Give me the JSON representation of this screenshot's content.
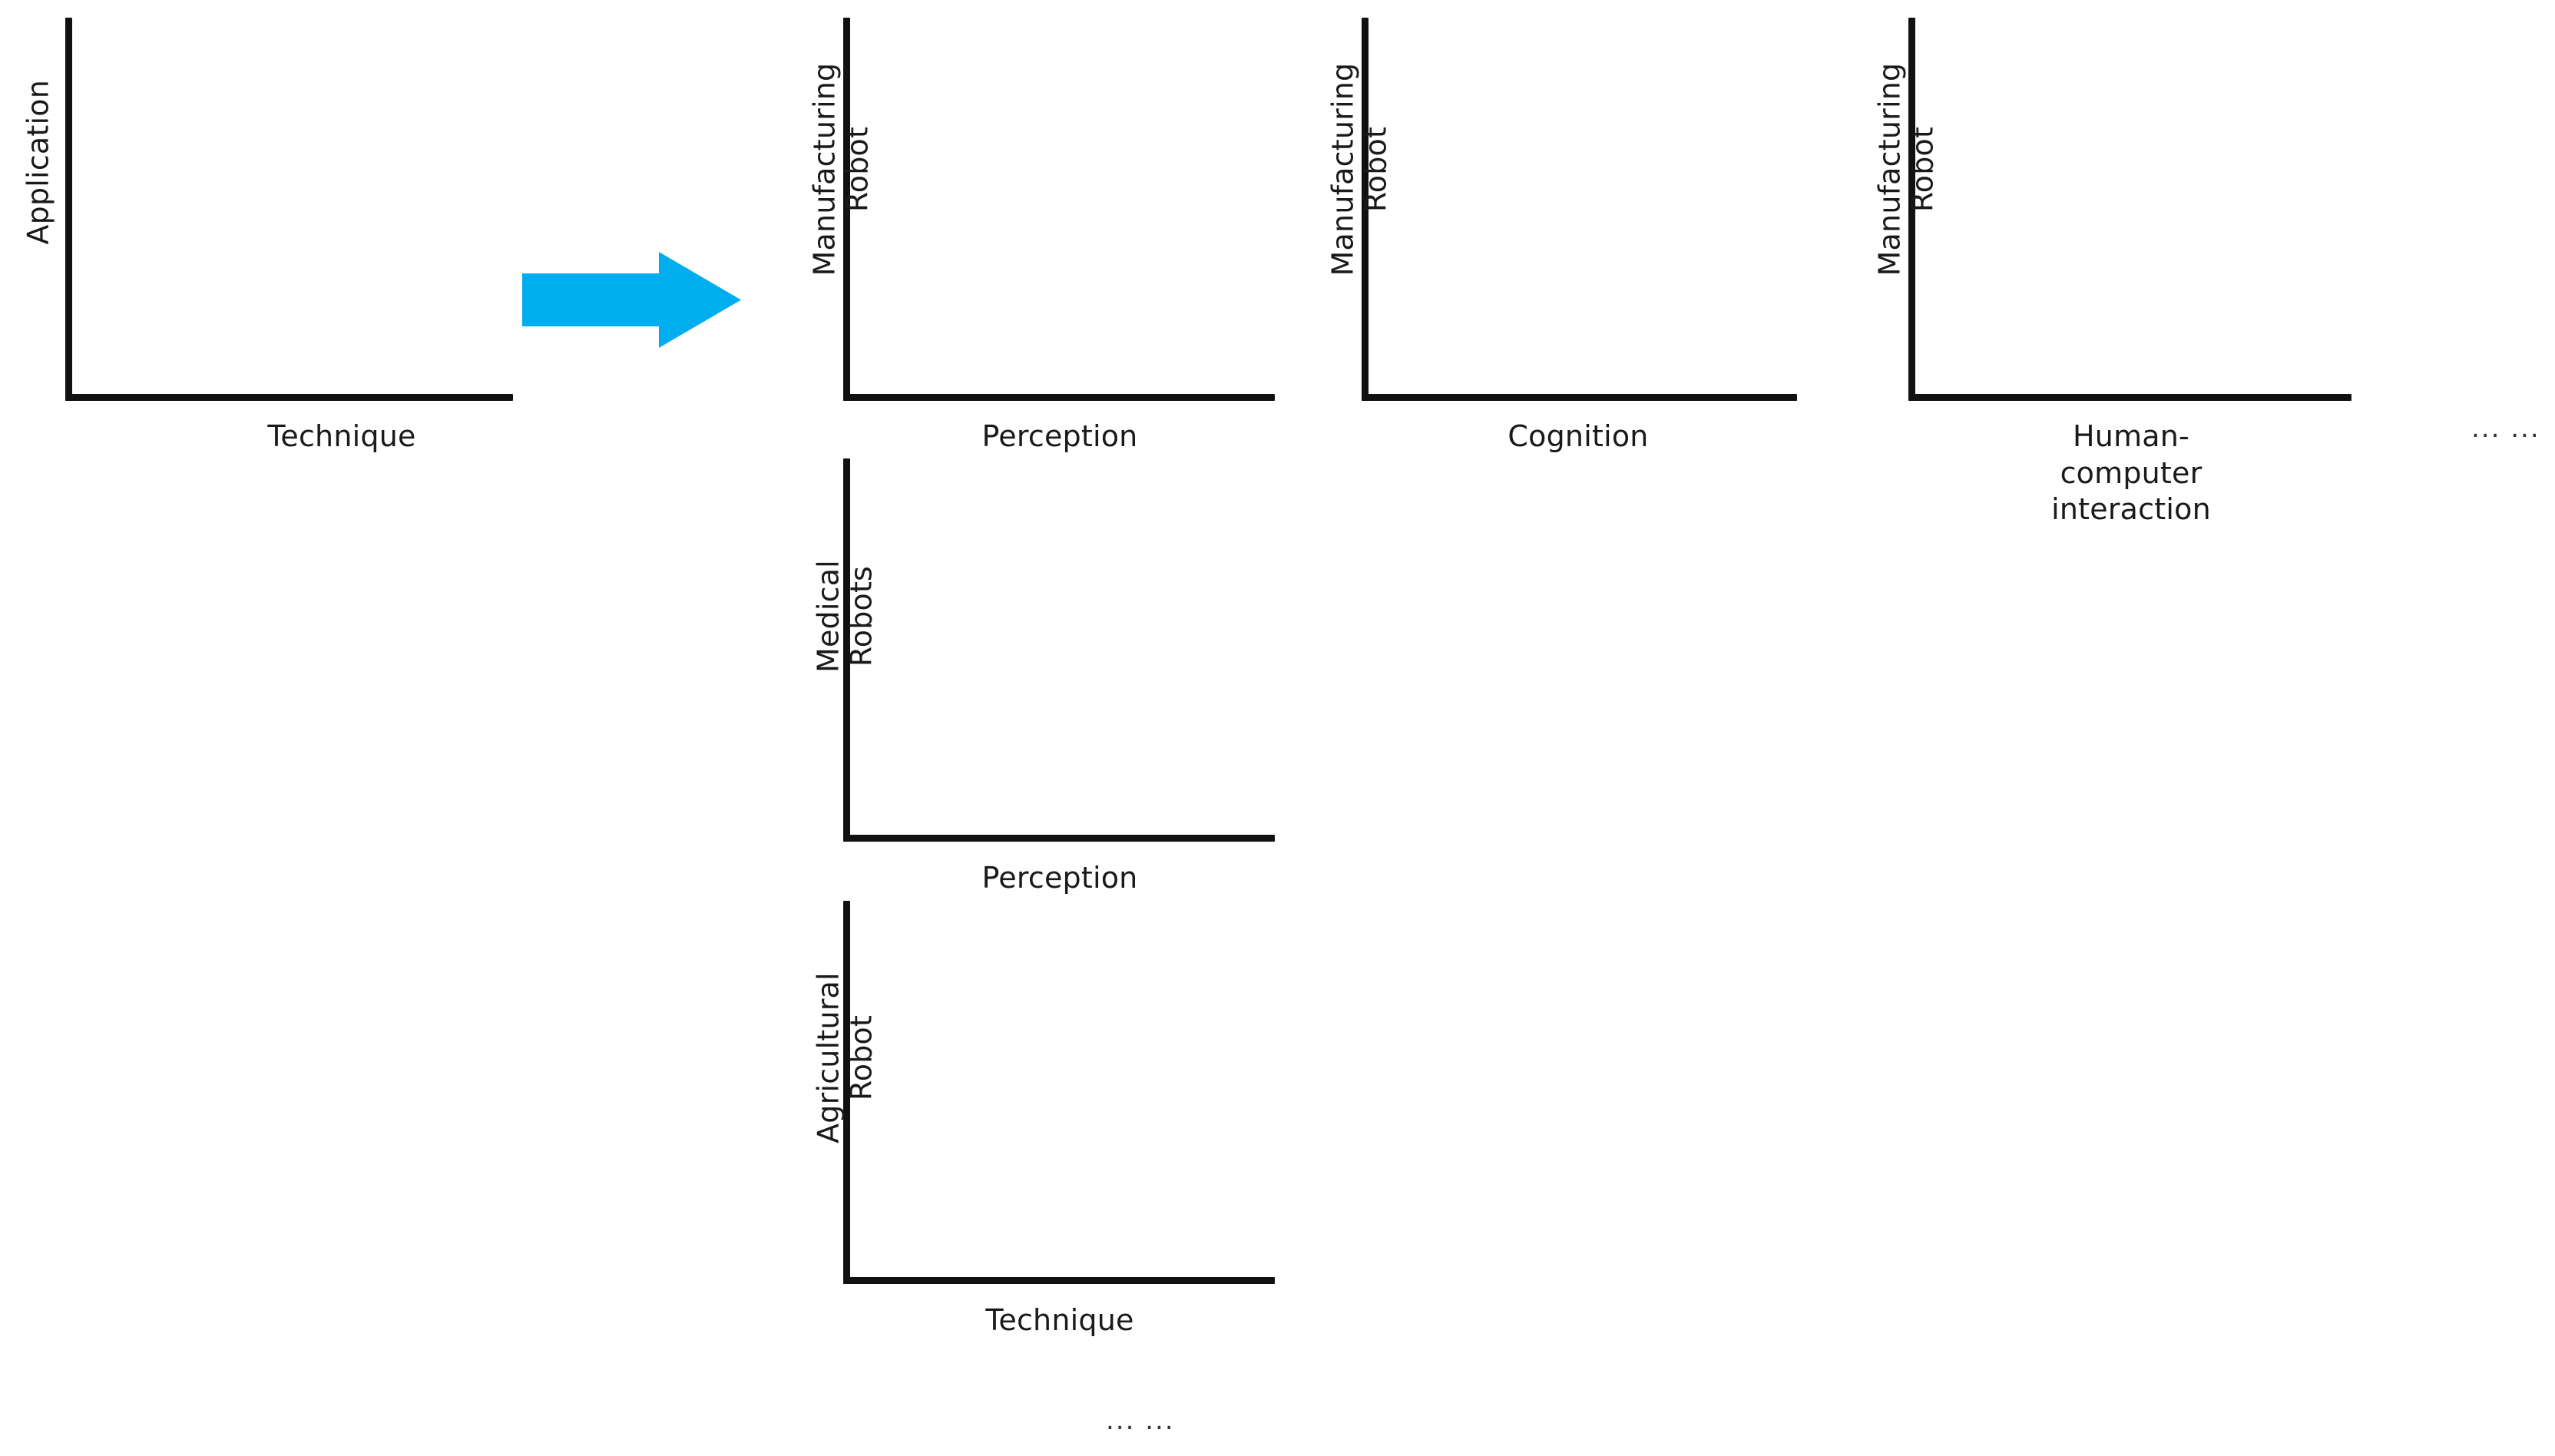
{
  "diagram": {
    "title": "Application-Technique taxonomy expansion",
    "arrow": {
      "name": "expands-to",
      "color": "#00AEEF",
      "direction": "right"
    },
    "source_axes": {
      "y_label": "Application",
      "x_label": "Technique"
    },
    "expanded_rows": [
      {
        "y_label": "Manufacturing\nRobot",
        "panels": [
          {
            "x_label": "Perception"
          },
          {
            "x_label": "Cognition"
          },
          {
            "x_label": "Human-\ncomputer\ninteraction"
          }
        ],
        "trailing_ellipsis": "... ..."
      },
      {
        "y_label": "Medical\nRobots",
        "panels": [
          {
            "x_label": "Perception"
          }
        ]
      },
      {
        "y_label": "Agricultural\nRobot",
        "panels": [
          {
            "x_label": "Technique"
          }
        ]
      }
    ],
    "bottom_ellipsis": "... ...",
    "colors": {
      "axis": "#111111",
      "text": "#1a1a1a",
      "arrow": "#00AEEF",
      "background": "#ffffff"
    }
  }
}
